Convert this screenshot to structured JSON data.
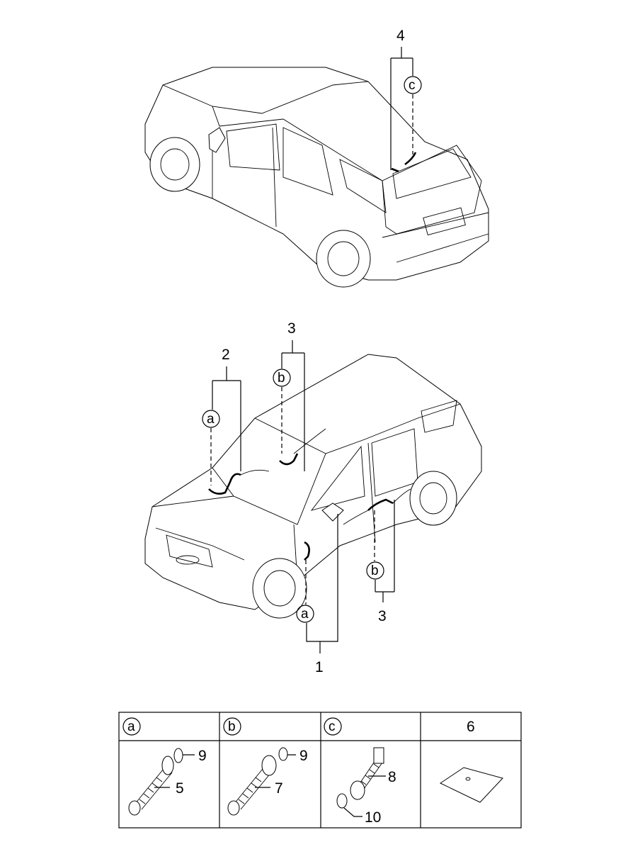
{
  "callouts": {
    "top_car": {
      "part": "4",
      "ref": "c"
    },
    "front_car": {
      "roof_harness": {
        "part": "3",
        "ref": "b"
      },
      "floor_harness": {
        "part": "2",
        "ref": "a"
      },
      "rear_door": {
        "part": "3",
        "ref": "b"
      },
      "front_door": {
        "part": "1",
        "ref": "a"
      }
    }
  },
  "table": {
    "headers": [
      "a",
      "b",
      "c",
      "6"
    ],
    "cells": [
      {
        "parts": [
          "9",
          "5"
        ]
      },
      {
        "parts": [
          "9",
          "7"
        ]
      },
      {
        "parts": [
          "8",
          "10"
        ]
      },
      {
        "parts": []
      }
    ]
  }
}
